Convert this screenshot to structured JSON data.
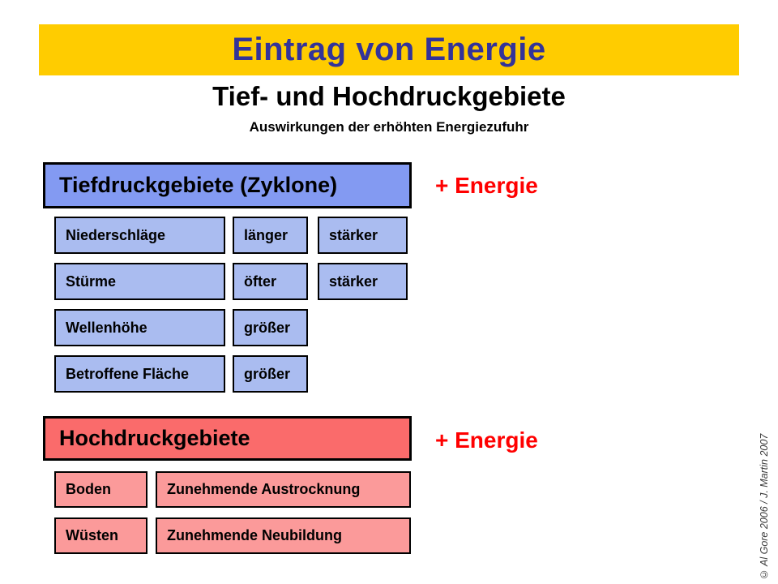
{
  "header": {
    "title": "Eintrag von Energie",
    "bg_color": "#FFCC00",
    "text_color": "#333399"
  },
  "title": "Tief- und Hochdruckgebiete",
  "subtitle": "Auswirkungen der erhöhten Energiezufuhr",
  "accent_red": "#FF0000",
  "low_pressure": {
    "header": "Tiefdruckgebiete (Zyklone)",
    "energy_label": "+ Energie",
    "colors": {
      "header_bg": "#839AF2",
      "box_bg": "#AABCF0",
      "border": "#000000"
    },
    "rows": [
      {
        "label": "Niederschläge",
        "effects": [
          "länger",
          "stärker"
        ]
      },
      {
        "label": "Stürme",
        "effects": [
          "öfter",
          "stärker"
        ]
      },
      {
        "label": "Wellenhöhe",
        "effects": [
          "größer"
        ]
      },
      {
        "label": "Betroffene Fläche",
        "effects": [
          "größer"
        ]
      }
    ]
  },
  "high_pressure": {
    "header": "Hochdruckgebiete",
    "energy_label": "+ Energie",
    "colors": {
      "header_bg": "#FA6B6B",
      "box_bg": "#FB9A9A",
      "border": "#000000"
    },
    "rows": [
      {
        "label": "Boden",
        "effects": [
          "Zunehmende Austrocknung"
        ]
      },
      {
        "label": "Wüsten",
        "effects": [
          "Zunehmende Neubildung"
        ]
      }
    ]
  },
  "credit": "© Al Gore 2006 /  J. Martin 2007"
}
